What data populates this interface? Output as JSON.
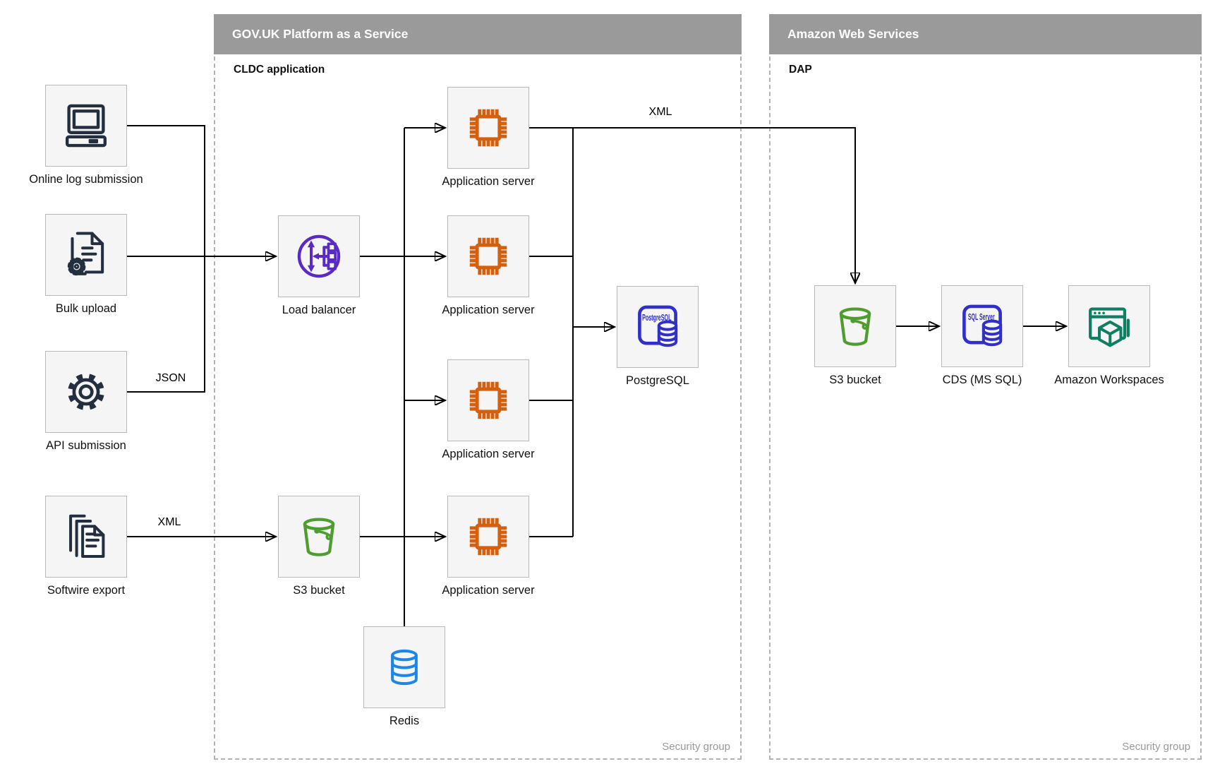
{
  "diagram": {
    "containers": {
      "paas": {
        "title": "GOV.UK Platform as a Service",
        "sublabel": "CLDC application",
        "footer": "Security group"
      },
      "aws": {
        "title": "Amazon Web Services",
        "sublabel": "DAP",
        "footer": "Security group"
      }
    },
    "nodes": {
      "online_log": {
        "label": "Online log submission"
      },
      "bulk_upload": {
        "label": "Bulk upload"
      },
      "api_submission": {
        "label": "API submission"
      },
      "softwire_export": {
        "label": "Softwire export"
      },
      "load_balancer": {
        "label": "Load balancer"
      },
      "s3_paas": {
        "label": "S3 bucket"
      },
      "app_server_1": {
        "label": "Application server"
      },
      "app_server_2": {
        "label": "Application server"
      },
      "app_server_3": {
        "label": "Application server"
      },
      "app_server_4": {
        "label": "Application server"
      },
      "redis": {
        "label": "Redis"
      },
      "postgresql": {
        "label": "PostgreSQL"
      },
      "s3_aws": {
        "label": "S3 bucket"
      },
      "cds": {
        "label": "CDS (MS SQL)"
      },
      "workspaces": {
        "label": "Amazon Workspaces"
      }
    },
    "edge_labels": {
      "json": "JSON",
      "xml_softwire": "XML",
      "xml_app_to_aws": "XML"
    },
    "icon_text": {
      "postgresql": "PostgreSQL",
      "sql_server": "SQL Server"
    },
    "edges": [
      {
        "from": "online_log",
        "to": "load_balancer",
        "label": ""
      },
      {
        "from": "bulk_upload",
        "to": "load_balancer",
        "label": ""
      },
      {
        "from": "api_submission",
        "to": "load_balancer",
        "label": "JSON"
      },
      {
        "from": "softwire_export",
        "to": "s3_paas",
        "label": "XML"
      },
      {
        "from": "load_balancer",
        "to": "app_server_1",
        "label": ""
      },
      {
        "from": "load_balancer",
        "to": "app_server_2",
        "label": ""
      },
      {
        "from": "load_balancer",
        "to": "app_server_3",
        "label": ""
      },
      {
        "from": "load_balancer",
        "to": "app_server_4",
        "label": ""
      },
      {
        "from": "load_balancer",
        "to": "redis",
        "label": ""
      },
      {
        "from": "s3_paas",
        "to": "app_server_4",
        "label": ""
      },
      {
        "from": "app_server_1",
        "to": "postgresql",
        "label": ""
      },
      {
        "from": "app_server_2",
        "to": "postgresql",
        "label": ""
      },
      {
        "from": "app_server_3",
        "to": "postgresql",
        "label": ""
      },
      {
        "from": "app_server_4",
        "to": "postgresql",
        "label": ""
      },
      {
        "from": "app_server_1",
        "to": "s3_aws",
        "label": "XML"
      },
      {
        "from": "s3_aws",
        "to": "cds",
        "label": ""
      },
      {
        "from": "cds",
        "to": "workspaces",
        "label": ""
      }
    ],
    "colors": {
      "header_bar": "#9a9a9a",
      "container_border": "#b3b3b3",
      "node_fill": "#f5f5f5",
      "node_border": "#b9b9b9",
      "dark_icon": "#232f3e",
      "load_balancer_purple": "#5a2bc2",
      "app_server_orange": "#d2600f",
      "database_blue": "#3030c8",
      "redis_blue": "#1e86e8",
      "bucket_green": "#4f9d31",
      "workspaces_teal": "#0f7f63",
      "security_group_text": "#999999",
      "connector": "#000000"
    }
  }
}
